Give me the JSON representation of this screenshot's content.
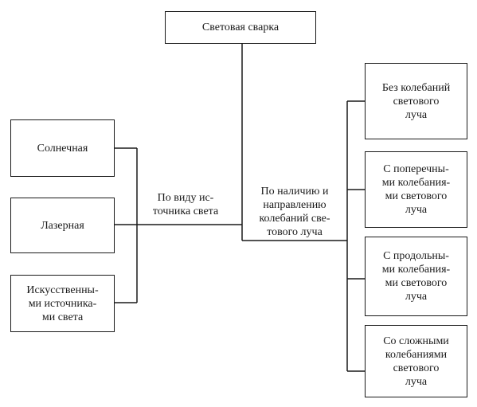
{
  "root": "Световая сварка",
  "left_group": {
    "label": "По виду  ис-\nточника света",
    "items": [
      "Солнечная",
      "Лазерная",
      "Искусственны-\nми источника-\nми света"
    ]
  },
  "right_group": {
    "label": "По наличию и\nнаправлению\nколебаний све-\nтового луча",
    "items": [
      "Без колебаний\nсветового\nлуча",
      "С поперечны-\nми колебания-\nми светового\nлуча",
      "С продольны-\nми колебания-\nми  светового\nлуча",
      "Со сложными\nколебаниями\nсветового\nлуча"
    ]
  }
}
